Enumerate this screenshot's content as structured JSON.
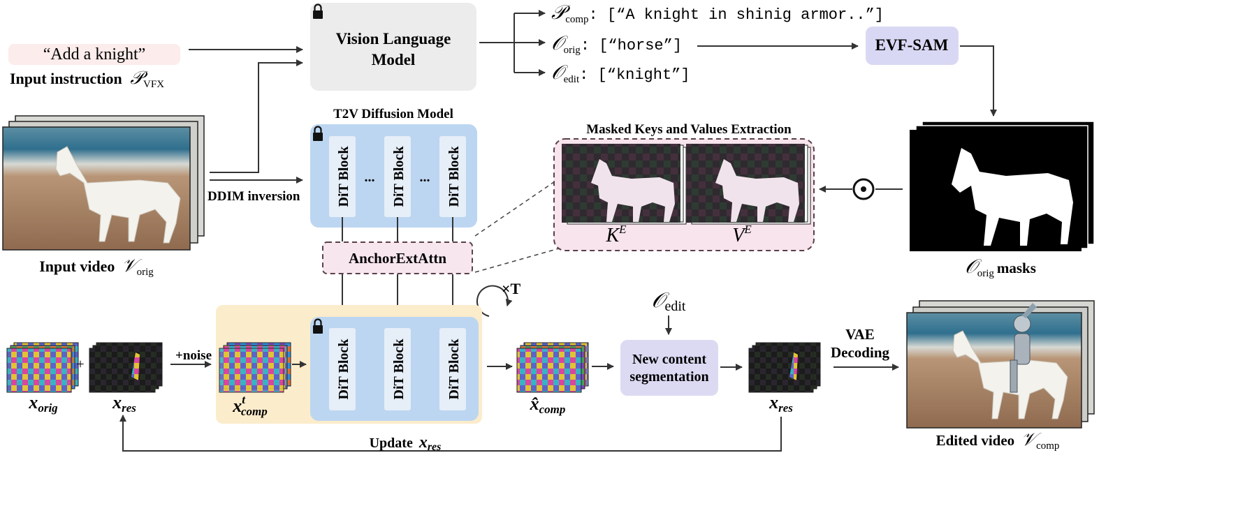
{
  "input": {
    "instruction_quote": "“Add a knight”",
    "instruction_label": "Input instruction",
    "instruction_symbol": "𝒫",
    "instruction_sub": "VFX",
    "video_label": "Input video",
    "video_symbol": "𝒱",
    "video_sub": "orig"
  },
  "vlm": {
    "line1": "Vision Language",
    "line2": "Model"
  },
  "outputs": {
    "p_comp_symbol": "𝒫",
    "p_comp_sub": "comp",
    "p_comp_value": ": [“A knight in shinig armor..”]",
    "o_orig_symbol": "𝒪",
    "o_orig_sub": "orig",
    "o_orig_value": ": [“horse”]",
    "o_edit_symbol": "𝒪",
    "o_edit_sub": "edit",
    "o_edit_value": ": [“knight”]"
  },
  "evf_sam": "EVF-SAM",
  "masks": {
    "symbol": "𝒪",
    "sub": "orig",
    "label": "masks",
    "odot": "⊙"
  },
  "t2v": {
    "title": "T2V Diffusion Model",
    "ddim": "DDIM inversion",
    "block": "DiT Block",
    "ellipsis": "..."
  },
  "mkv": {
    "title": "Masked Keys and Values Extraction",
    "k_label": "K",
    "k_sup": "E",
    "v_label": "V",
    "v_sup": "E"
  },
  "anchor": "AnchorExtAttn",
  "loop": {
    "times": "×T",
    "plus": "+",
    "noise": "+noise",
    "x_orig": "x",
    "x_orig_sub": "orig",
    "x_res": "x",
    "x_res_sub": "res",
    "x_comp_t": "x",
    "x_comp_t_sup": "t",
    "x_comp_t_sub": "comp",
    "x_hat_comp": "x̂",
    "x_hat_comp_sub": "comp",
    "update_label": "Update",
    "update_x": "x",
    "update_sub": "res"
  },
  "seg": {
    "o_edit_symbol": "𝒪",
    "o_edit_sub": "edit",
    "line1": "New content",
    "line2": "segmentation"
  },
  "decode": {
    "line1": "VAE",
    "line2": "Decoding",
    "label": "Edited video",
    "symbol": "𝒱",
    "sub": "comp"
  },
  "colors": {
    "vlm_bg": "#ececec",
    "dit_bg": "#bcd6f1",
    "dit_block_bg": "#e6eef8",
    "evf_bg": "#d9d8f4",
    "seg_bg": "#dcdaf3",
    "loop_bg": "#fbeccb",
    "mkv_bg": "#f7e4ec",
    "anchor_bg": "#f7e6ee",
    "quote_bg": "#fdecec"
  }
}
